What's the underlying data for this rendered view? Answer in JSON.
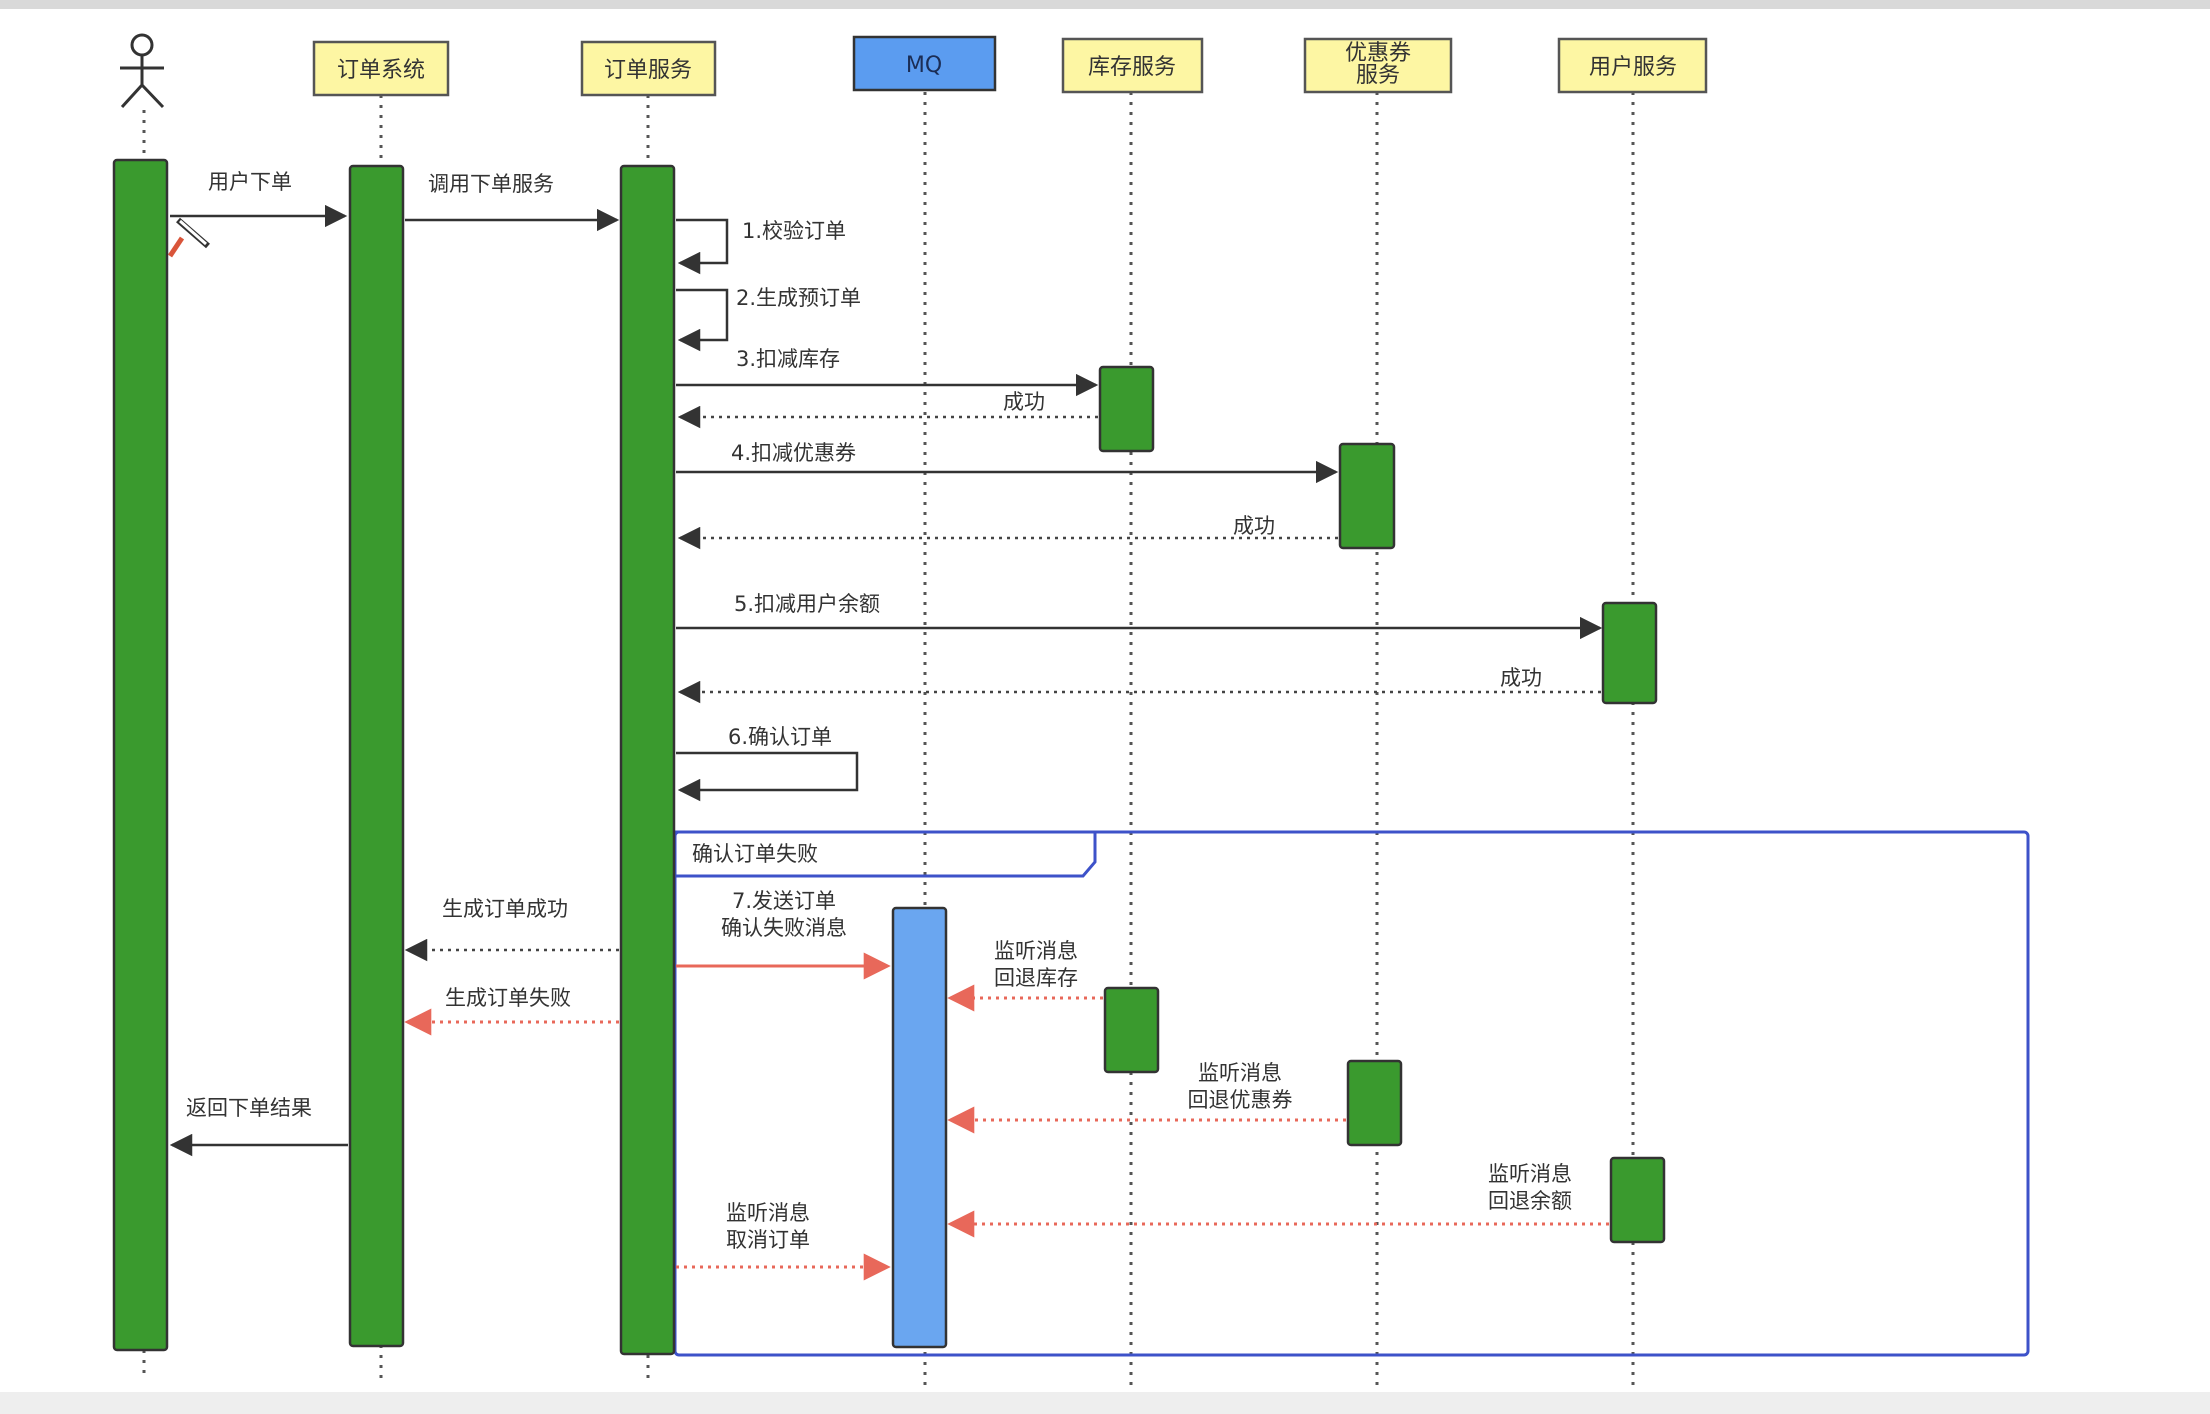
{
  "diagram": {
    "participants": [
      {
        "id": "user",
        "label": "",
        "kind": "actor"
      },
      {
        "id": "order_sys",
        "label": "订单系统",
        "kind": "box"
      },
      {
        "id": "order_svc",
        "label": "订单服务",
        "kind": "box"
      },
      {
        "id": "mq",
        "label": "MQ",
        "kind": "box-blue"
      },
      {
        "id": "stock",
        "label": "库存服务",
        "kind": "box"
      },
      {
        "id": "coupon",
        "label": "优惠券\n服务",
        "kind": "box"
      },
      {
        "id": "usersvc",
        "label": "用户服务",
        "kind": "box"
      }
    ],
    "messages": [
      {
        "id": "m1",
        "text": "用户下单",
        "style": "solid"
      },
      {
        "id": "m2",
        "text": "调用下单服务",
        "style": "solid"
      },
      {
        "id": "m3",
        "text": "1.校验订单",
        "style": "self"
      },
      {
        "id": "m4",
        "text": "2.生成预订单",
        "style": "self"
      },
      {
        "id": "m5",
        "text": "3.扣减库存",
        "style": "solid"
      },
      {
        "id": "m6",
        "text": "成功",
        "style": "dotted"
      },
      {
        "id": "m7",
        "text": "4.扣减优惠券",
        "style": "solid"
      },
      {
        "id": "m8",
        "text": "成功",
        "style": "dotted"
      },
      {
        "id": "m9",
        "text": "5.扣减用户余额",
        "style": "solid"
      },
      {
        "id": "m10",
        "text": "成功",
        "style": "dotted"
      },
      {
        "id": "m11",
        "text": "6.确认订单",
        "style": "self"
      },
      {
        "id": "m12",
        "text": "生成订单成功",
        "style": "dotted"
      },
      {
        "id": "m13",
        "text": "7.发送订单\n确认失败消息",
        "style": "red-solid"
      },
      {
        "id": "m14",
        "text": "监听消息\n回退库存",
        "style": "red-dotted"
      },
      {
        "id": "m15",
        "text": "生成订单失败",
        "style": "red-dotted"
      },
      {
        "id": "m16",
        "text": "监听消息\n回退优惠券",
        "style": "red-dotted"
      },
      {
        "id": "m17",
        "text": "返回下单结果",
        "style": "solid"
      },
      {
        "id": "m18",
        "text": "监听消息\n回退余额",
        "style": "red-dotted"
      },
      {
        "id": "m19",
        "text": "监听消息\n取消订单",
        "style": "red-dotted"
      }
    ],
    "fragment": {
      "label": "确认订单失败"
    },
    "colors": {
      "activation": "#3a9a2e",
      "mq_activation": "#6aa6f0",
      "header_box": "#fdf6a3",
      "mq_header": "#5b9cf0",
      "fragment_border": "#3d52c9",
      "red_arrow": "#e8685a"
    }
  }
}
